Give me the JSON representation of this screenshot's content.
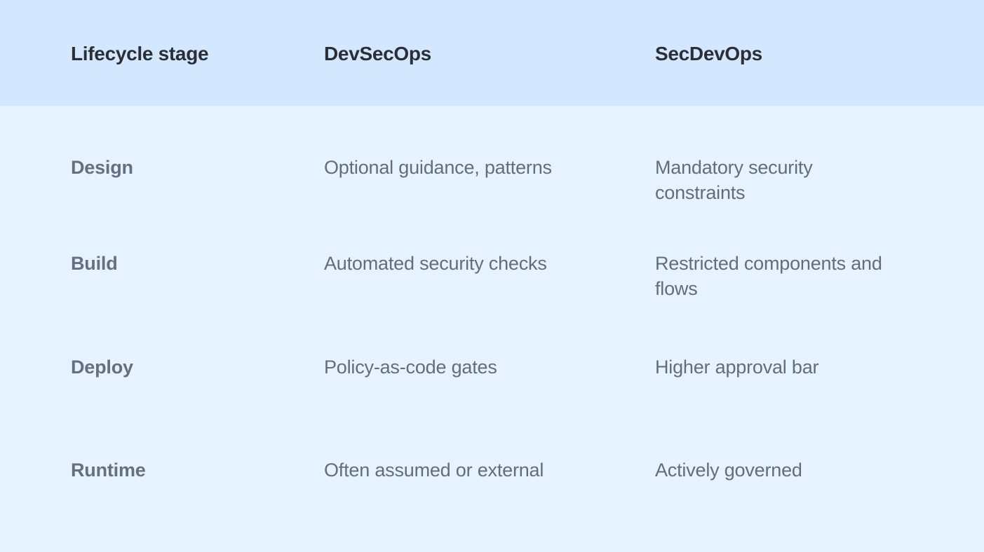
{
  "table": {
    "headers": [
      "Lifecycle stage",
      "DevSecOps",
      "SecDevOps"
    ],
    "rows": [
      {
        "stage": "Design",
        "devsecops": "Optional guidance, patterns",
        "secdevops": "Mandatory security constraints"
      },
      {
        "stage": "Build",
        "devsecops": "Automated security checks",
        "secdevops": "Restricted components and flows"
      },
      {
        "stage": "Deploy",
        "devsecops": "Policy-as-code gates",
        "secdevops": "Higher approval bar"
      },
      {
        "stage": "Runtime",
        "devsecops": "Often assumed or external",
        "secdevops": "Actively governed"
      }
    ]
  },
  "colors": {
    "header_bg": "#d3e7ff",
    "body_bg": "#e6f2ff",
    "header_text": "#2a2f36",
    "body_text": "#626d7a"
  }
}
